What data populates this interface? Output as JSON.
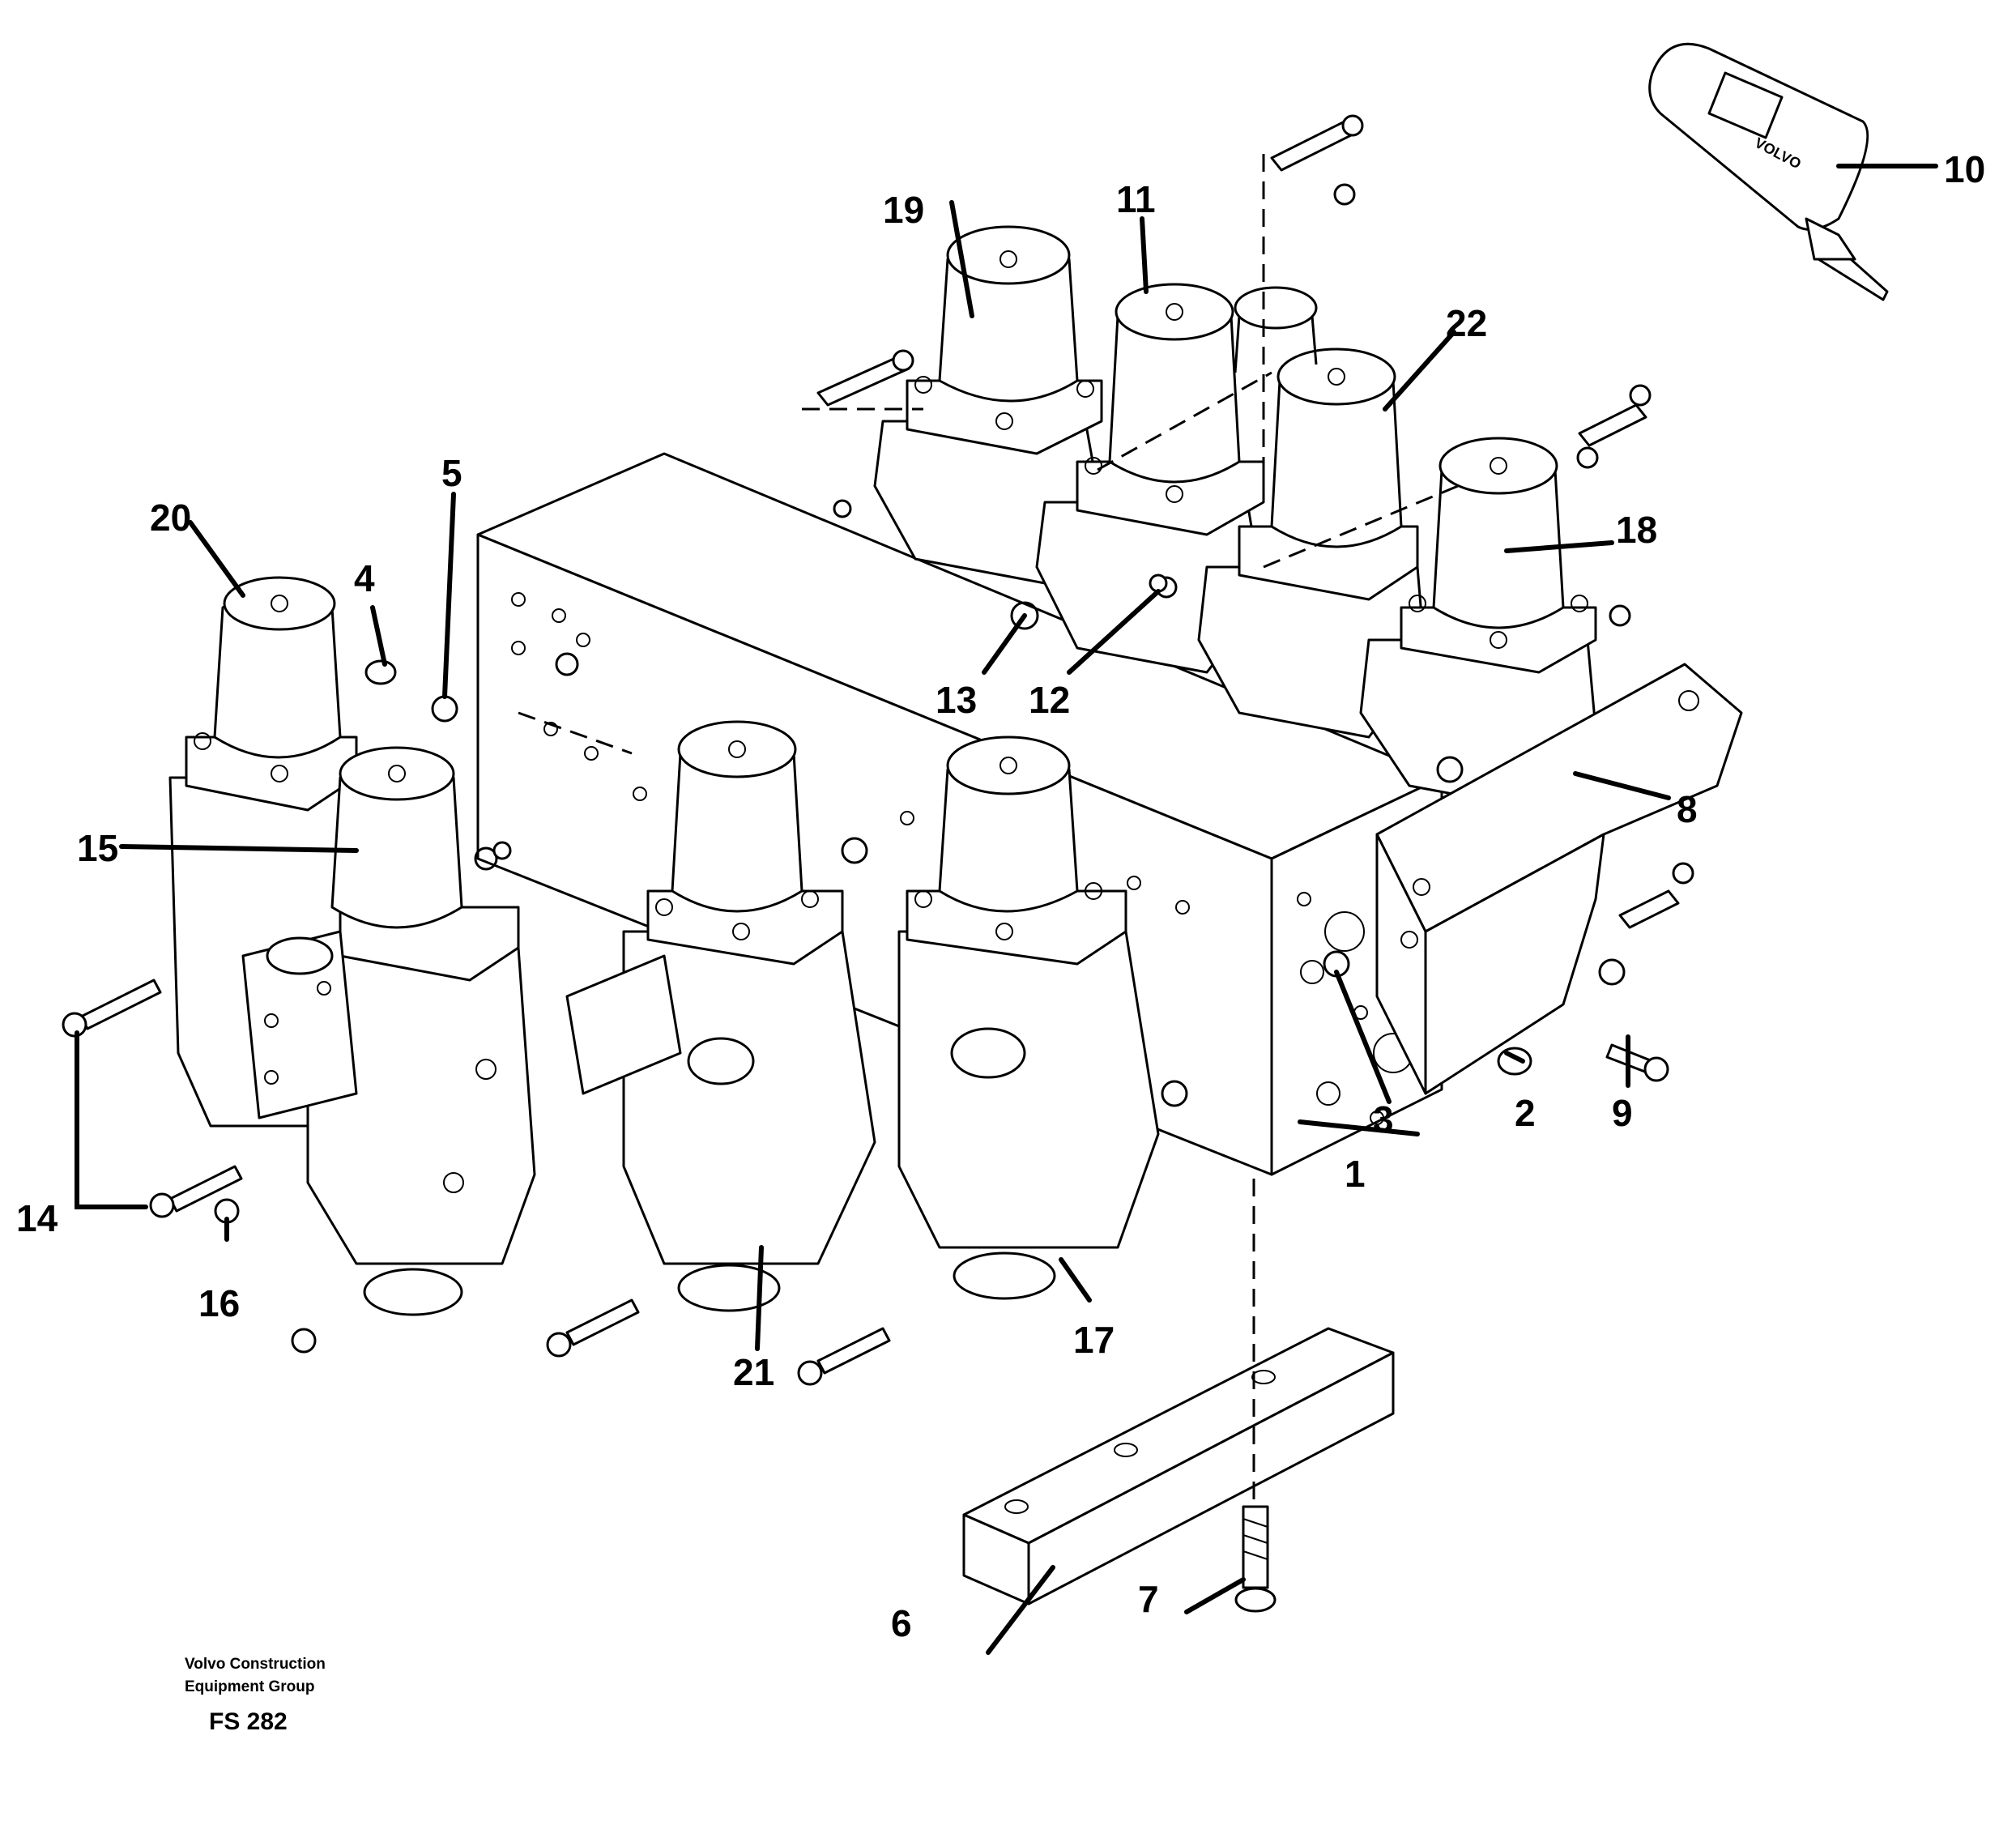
{
  "callouts": {
    "n1": "1",
    "n2": "2",
    "n3": "3",
    "n4": "4",
    "n5": "5",
    "n6": "6",
    "n7": "7",
    "n8": "8",
    "n9": "9",
    "n10": "10",
    "n11": "11",
    "n12": "12",
    "n13": "13",
    "n14": "14",
    "n15": "15",
    "n16": "16",
    "n17": "17",
    "n18": "18",
    "n19": "19",
    "n20": "20",
    "n21": "21",
    "n22": "22"
  },
  "footer": {
    "company_line1": "Volvo Construction",
    "company_line2": "Equipment Group",
    "figure_code": "FS 282"
  },
  "tube_label": "VOLVO"
}
